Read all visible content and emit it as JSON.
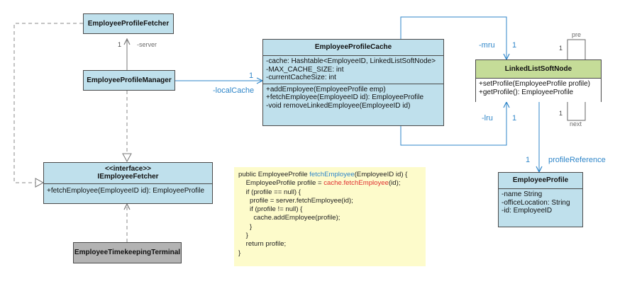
{
  "colors": {
    "class_fill": "#bfe0ec",
    "node_fill": "#c5dc98",
    "terminal_fill": "#b3b3b3",
    "note_fill": "#fdfbcb",
    "association": "#2f86c9",
    "dependency": "#8a8a8a"
  },
  "fetcher": {
    "name": "EmployeeProfileFetcher"
  },
  "manager": {
    "name": "EmployeeProfileManager"
  },
  "interface_fetcher": {
    "stereotype": "<<interface>>",
    "name": "IEmployeeFetcher",
    "methods": [
      "+fetchEmployee(EmployeeID id): EmployeeProfile"
    ]
  },
  "terminal": {
    "name": "EmployeeTimekeepingTerminal"
  },
  "cache": {
    "name": "EmployeeProfileCache",
    "attributes": [
      "-cache: Hashtable<EmployeeID, LinkedListSoftNode>",
      "-MAX_CACHE_SIZE: int",
      "-currentCacheSize: int"
    ],
    "methods": [
      "+addEmployee(EmployeeProfile emp)",
      "+fetchEmployee(EmployeeID id): EmployeeProfile",
      "-void removeLinkedEmployee(EmployeeID id)"
    ]
  },
  "node": {
    "name": "LinkedListSoftNode",
    "methods": [
      "+setProfile(EmployeeProfile profile)",
      "+getProfile(): EmployeeProfile"
    ]
  },
  "profile": {
    "name": "EmployeeProfile",
    "attributes": [
      "-name String",
      "-officeLocation: String",
      "-id: EmployeeID"
    ]
  },
  "labels": {
    "server_mult": "1",
    "server_role": "-server",
    "local_cache_mult": "1",
    "local_cache_role": "-localCache",
    "mru_role": "-mru",
    "mru_mult": "1",
    "lru_role": "-lru",
    "lru_mult": "1",
    "pre_role": "pre",
    "pre_mult": "1",
    "next_role": "next",
    "next_mult": "1",
    "profile_ref_mult": "1",
    "profile_ref_role": "profileReference"
  },
  "code": {
    "l1_a": "public EmployeeProfile ",
    "l1_fn": "fetchEmployee",
    "l1_b": "(EmployeeID id) {",
    "l2_a": "    EmployeeProfile profile = ",
    "l2_fn": "cache.fetchEmployee",
    "l2_b": "(id);",
    "l3": "    if (profile == null) {",
    "l4": "      profile = server.fetchEmployee(id);",
    "l5": "      if (profile != null) {",
    "l6": "        cache.addEmployee(profile);",
    "l7": "      }",
    "l8": "    }",
    "l9": "    return profile;",
    "l10": "}"
  }
}
